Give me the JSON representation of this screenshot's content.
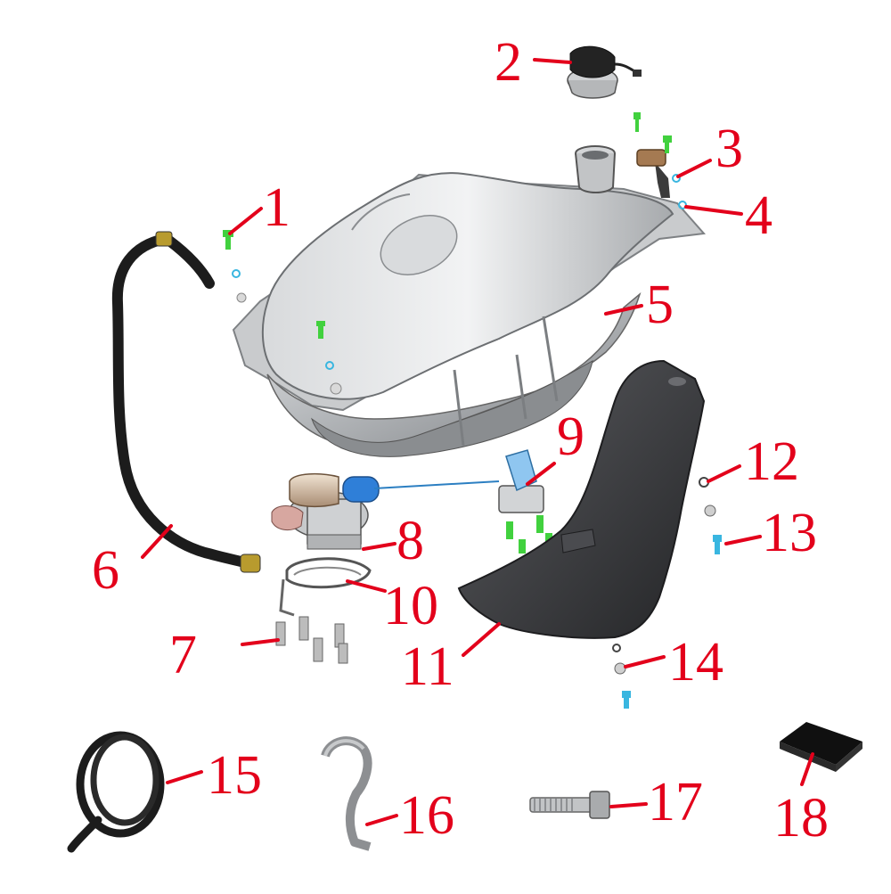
{
  "callouts": [
    {
      "id": "1",
      "label": "1"
    },
    {
      "id": "2",
      "label": "2"
    },
    {
      "id": "3",
      "label": "3"
    },
    {
      "id": "4",
      "label": "4"
    },
    {
      "id": "5",
      "label": "5"
    },
    {
      "id": "6",
      "label": "6"
    },
    {
      "id": "7",
      "label": "7"
    },
    {
      "id": "8",
      "label": "8"
    },
    {
      "id": "9",
      "label": "9"
    },
    {
      "id": "10",
      "label": "10"
    },
    {
      "id": "11",
      "label": "11"
    },
    {
      "id": "12",
      "label": "12"
    },
    {
      "id": "13",
      "label": "13"
    },
    {
      "id": "14",
      "label": "14"
    },
    {
      "id": "15",
      "label": "15"
    },
    {
      "id": "16",
      "label": "16"
    },
    {
      "id": "17",
      "label": "17"
    },
    {
      "id": "18",
      "label": "18"
    }
  ],
  "colors": {
    "callout": "#e3001b",
    "metal": "#b9bcbf",
    "shield": "#3c3d40",
    "hose": "#1c1c1c",
    "fastener": "#41d13e",
    "washer": "#39b6e0",
    "pump_blue": "#2f7fd8",
    "sender": "#8fc6f0"
  }
}
